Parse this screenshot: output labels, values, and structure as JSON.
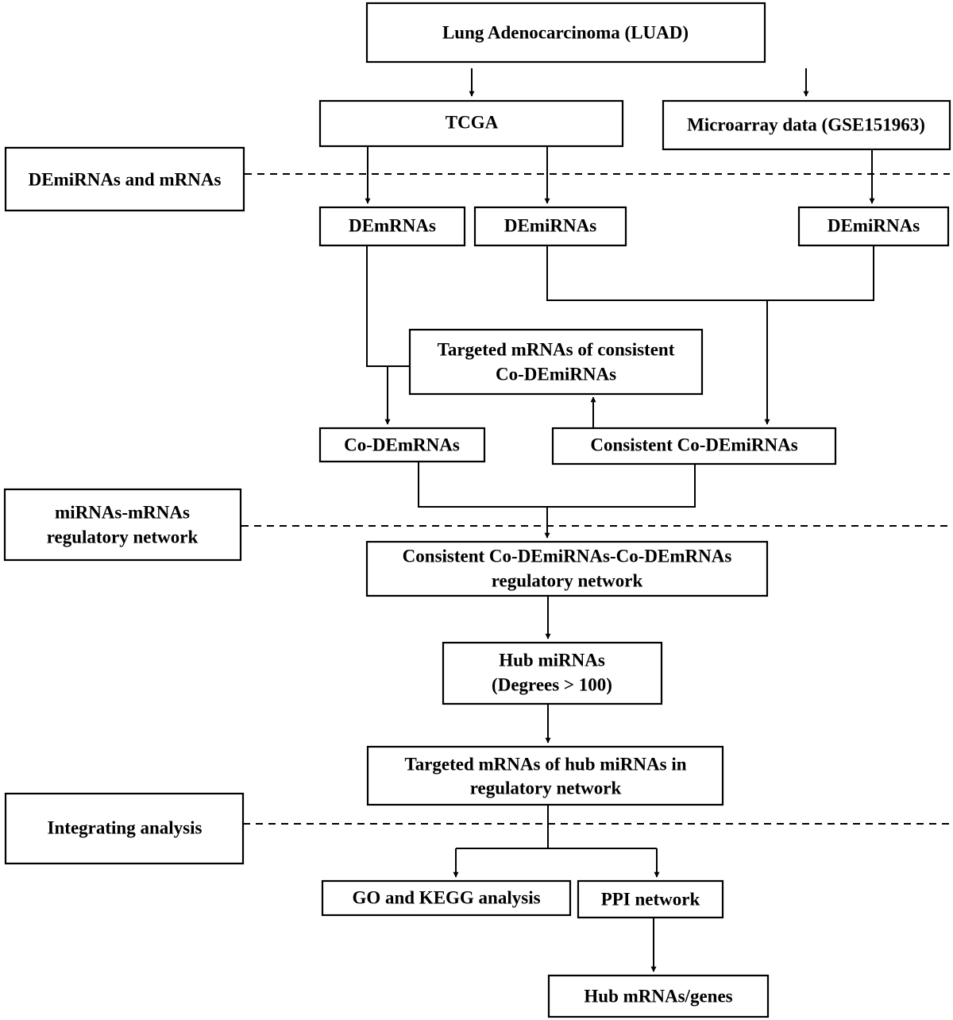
{
  "sections": {
    "demirnas_mrnas": "DEmiRNAs and mRNAs",
    "network_line1": "miRNAs-mRNAs",
    "network_line2": "regulatory network",
    "integrating": "Integrating  analysis"
  },
  "nodes": {
    "luad": "Lung Adenocarcinoma (LUAD)",
    "tcga": "TCGA",
    "microarray": "Microarray data (GSE151963)",
    "tcga_demrnas": "DEmRNAs",
    "tcga_demirnas": "DEmiRNAs",
    "geo_demirnas": "DEmiRNAs",
    "targeted_line1": "Targeted mRNAs of consistent",
    "targeted_line2": "Co-DEmiRNAs",
    "co_demrnas": "Co-DEmRNAs",
    "consistent_co_demirnas": "Consistent Co-DEmiRNAs",
    "network_line1": "Consistent Co-DEmiRNAs-Co-DEmRNAs",
    "network_line2": "regulatory network",
    "hub_line1": "Hub miRNAs",
    "hub_line2": "(Degrees > 100)",
    "hub_targets_line1": "Targeted mRNAs of hub miRNAs in",
    "hub_targets_line2": "regulatory network",
    "go_kegg": "GO and KEGG analysis",
    "ppi": "PPI network",
    "hub_genes": "Hub mRNAs/genes"
  }
}
